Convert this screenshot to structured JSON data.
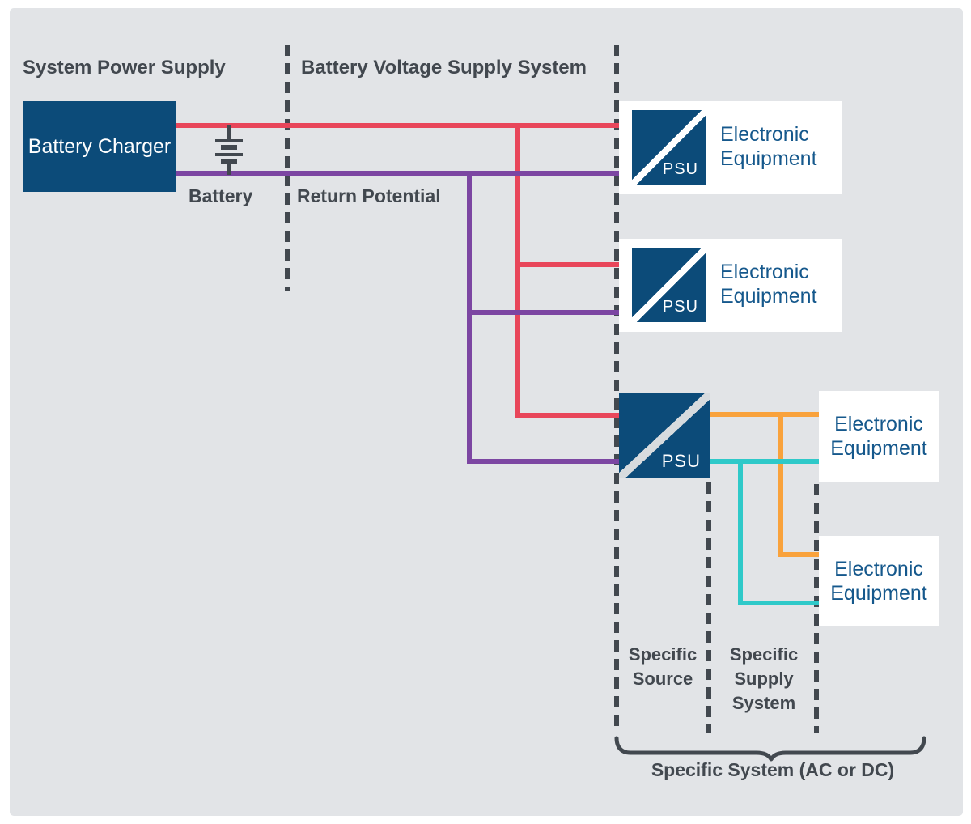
{
  "colors": {
    "page_bg": "#ffffff",
    "panel_bg": "#e2e4e7",
    "node_navy": "#0c4b79",
    "card_white": "#ffffff",
    "wire_red": "#e8465a",
    "wire_purple": "#7c46a2",
    "wire_orange": "#f9a23c",
    "wire_teal": "#2fc9c9",
    "label_dark": "#42484f",
    "equipment_blue": "#15588c",
    "psu3_diagonal": "#d7dbde"
  },
  "regions": {
    "system_power_supply": "System Power Supply",
    "battery_voltage_supply_system": "Battery Voltage Supply System",
    "return_potential": "Return Potential",
    "specific_source": "Specific Source",
    "specific_supply_system": "Specific Supply System",
    "specific_system": "Specific System (AC or DC)"
  },
  "components": {
    "battery_charger": "Battery Charger",
    "battery": "Battery",
    "psu": "PSU",
    "electronic_equipment": "Electronic Equipment"
  }
}
